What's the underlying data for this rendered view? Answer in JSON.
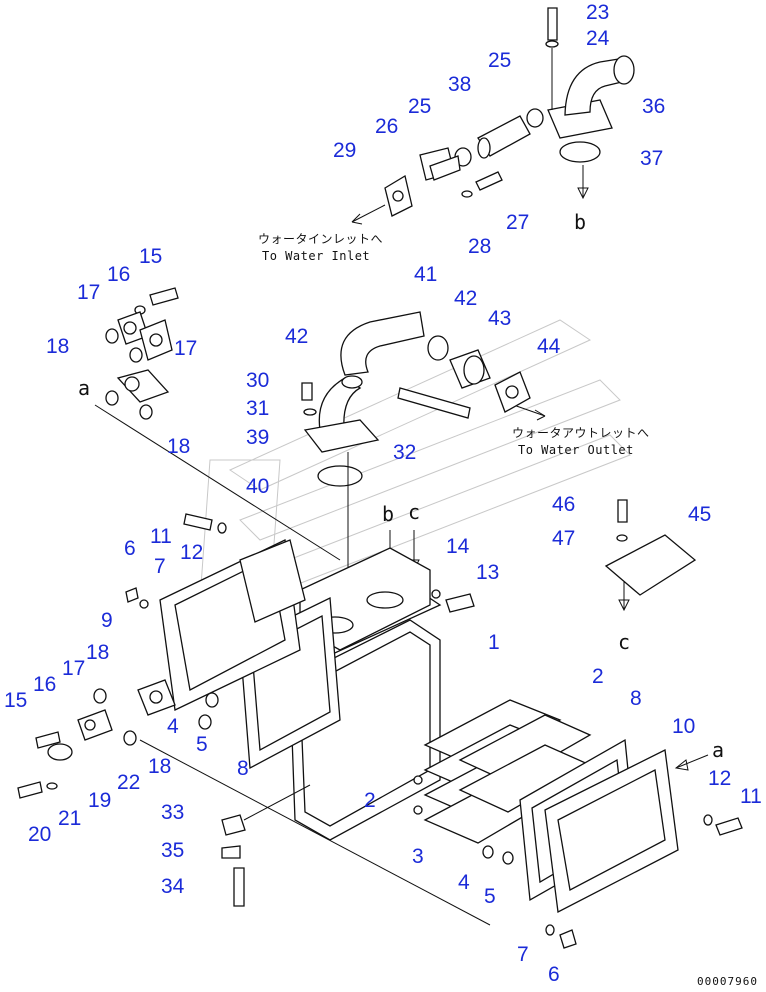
{
  "callouts": [
    "23",
    "24",
    "25",
    "38",
    "36",
    "25",
    "26",
    "37",
    "29",
    "27",
    "28",
    "15",
    "16",
    "17",
    "18",
    "17",
    "18",
    "41",
    "42",
    "43",
    "44",
    "42",
    "30",
    "31",
    "39",
    "32",
    "40",
    "46",
    "45",
    "47",
    "11",
    "12",
    "6",
    "7",
    "14",
    "13",
    "9",
    "1",
    "2",
    "8",
    "18",
    "17",
    "16",
    "15",
    "4",
    "5",
    "18",
    "22",
    "19",
    "21",
    "20",
    "8",
    "10",
    "12",
    "11",
    "2",
    "3",
    "4",
    "5",
    "33",
    "35",
    "34",
    "7",
    "6"
  ],
  "destinations": {
    "inlet_jp": "ウォータインレットへ",
    "inlet_en": "To Water Inlet",
    "outlet_jp": "ウォータアウトレットへ",
    "outlet_en": "To Water Outlet"
  },
  "view_marks": [
    "b",
    "a",
    "b",
    "c",
    "c",
    "a"
  ],
  "doc_number": "00007960"
}
